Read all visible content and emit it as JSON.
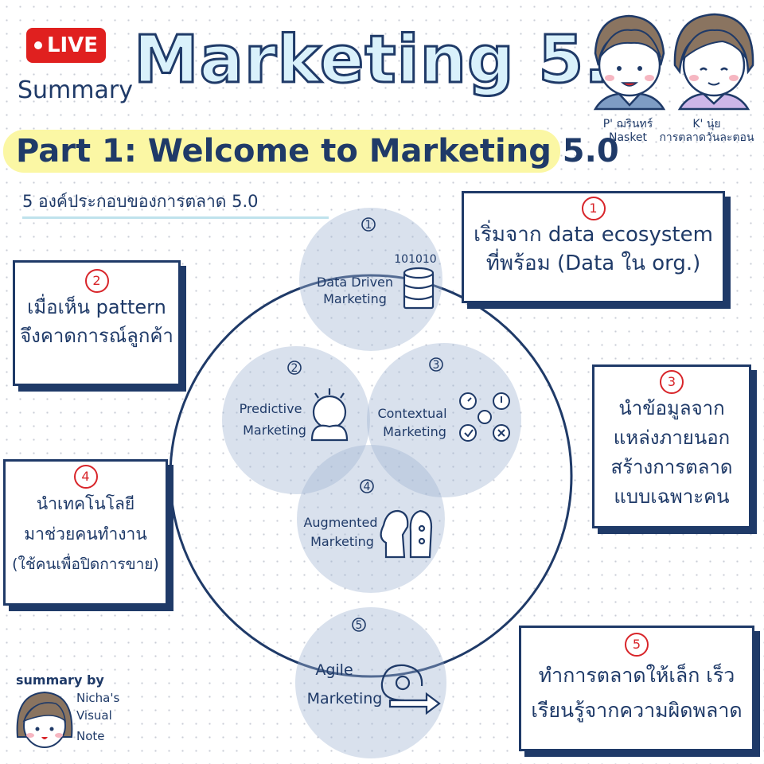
{
  "header": {
    "live_badge": "LIVE",
    "summary": "Summary",
    "title": "Marketing 5.0"
  },
  "speakers": [
    {
      "name_line1": "P' ฌรินทร์",
      "name_line2": "Nasket"
    },
    {
      "name_line1": "K' นุ่ย",
      "name_line2": "การตลาดวันละตอน"
    }
  ],
  "part_heading": "Part 1: Welcome to Marketing 5.0",
  "subtitle": "5 องค์ประกอบของการตลาด 5.0",
  "elements": [
    {
      "number": "1",
      "label_line1": "Data Driven",
      "label_line2": "Marketing",
      "icon": "database-icon"
    },
    {
      "number": "2",
      "label_line1": "Predictive",
      "label_line2": "Marketing",
      "icon": "crystal-ball-icon"
    },
    {
      "number": "3",
      "label_line1": "Contextual",
      "label_line2": "Marketing",
      "icon": "context-sensor-icon"
    },
    {
      "number": "4",
      "label_line1": "Augmented",
      "label_line2": "Marketing",
      "icon": "human-machine-icon"
    },
    {
      "number": "5",
      "label_line1": "Agile",
      "label_line2": "Marketing",
      "icon": "agile-cycle-icon"
    }
  ],
  "database_bits": "101010",
  "notes": [
    {
      "number": "1",
      "lines": [
        "เริ่มจาก data ecosystem",
        "ที่พร้อม (Data ใน org.)"
      ]
    },
    {
      "number": "2",
      "lines": [
        "เมื่อเห็น pattern",
        "จึงคาดการณ์ลูกค้า"
      ]
    },
    {
      "number": "3",
      "lines": [
        "นำข้อมูลจาก",
        "แหล่งภายนอก",
        "สร้างการตลาด",
        "แบบเฉพาะคน"
      ]
    },
    {
      "number": "4",
      "lines": [
        "นำเทคโนโลยี",
        "มาช่วยคนทำงาน",
        "(ใช้คนเพื่อปิดการขาย)"
      ]
    },
    {
      "number": "5",
      "lines": [
        "ทำการตลาดให้เล็ก เร็ว",
        "เรียนรู้จากความผิดพลาด"
      ]
    }
  ],
  "credit": {
    "title": "summary by",
    "lines": [
      "Nicha's",
      "Visual",
      "Note"
    ]
  },
  "colors": {
    "ink": "#1f3a68",
    "circle_fill": "#9fb4d3",
    "accent_red": "#d8252a",
    "highlight_yellow": "#fbf7a4",
    "title_fill": "#d9f1fb"
  }
}
